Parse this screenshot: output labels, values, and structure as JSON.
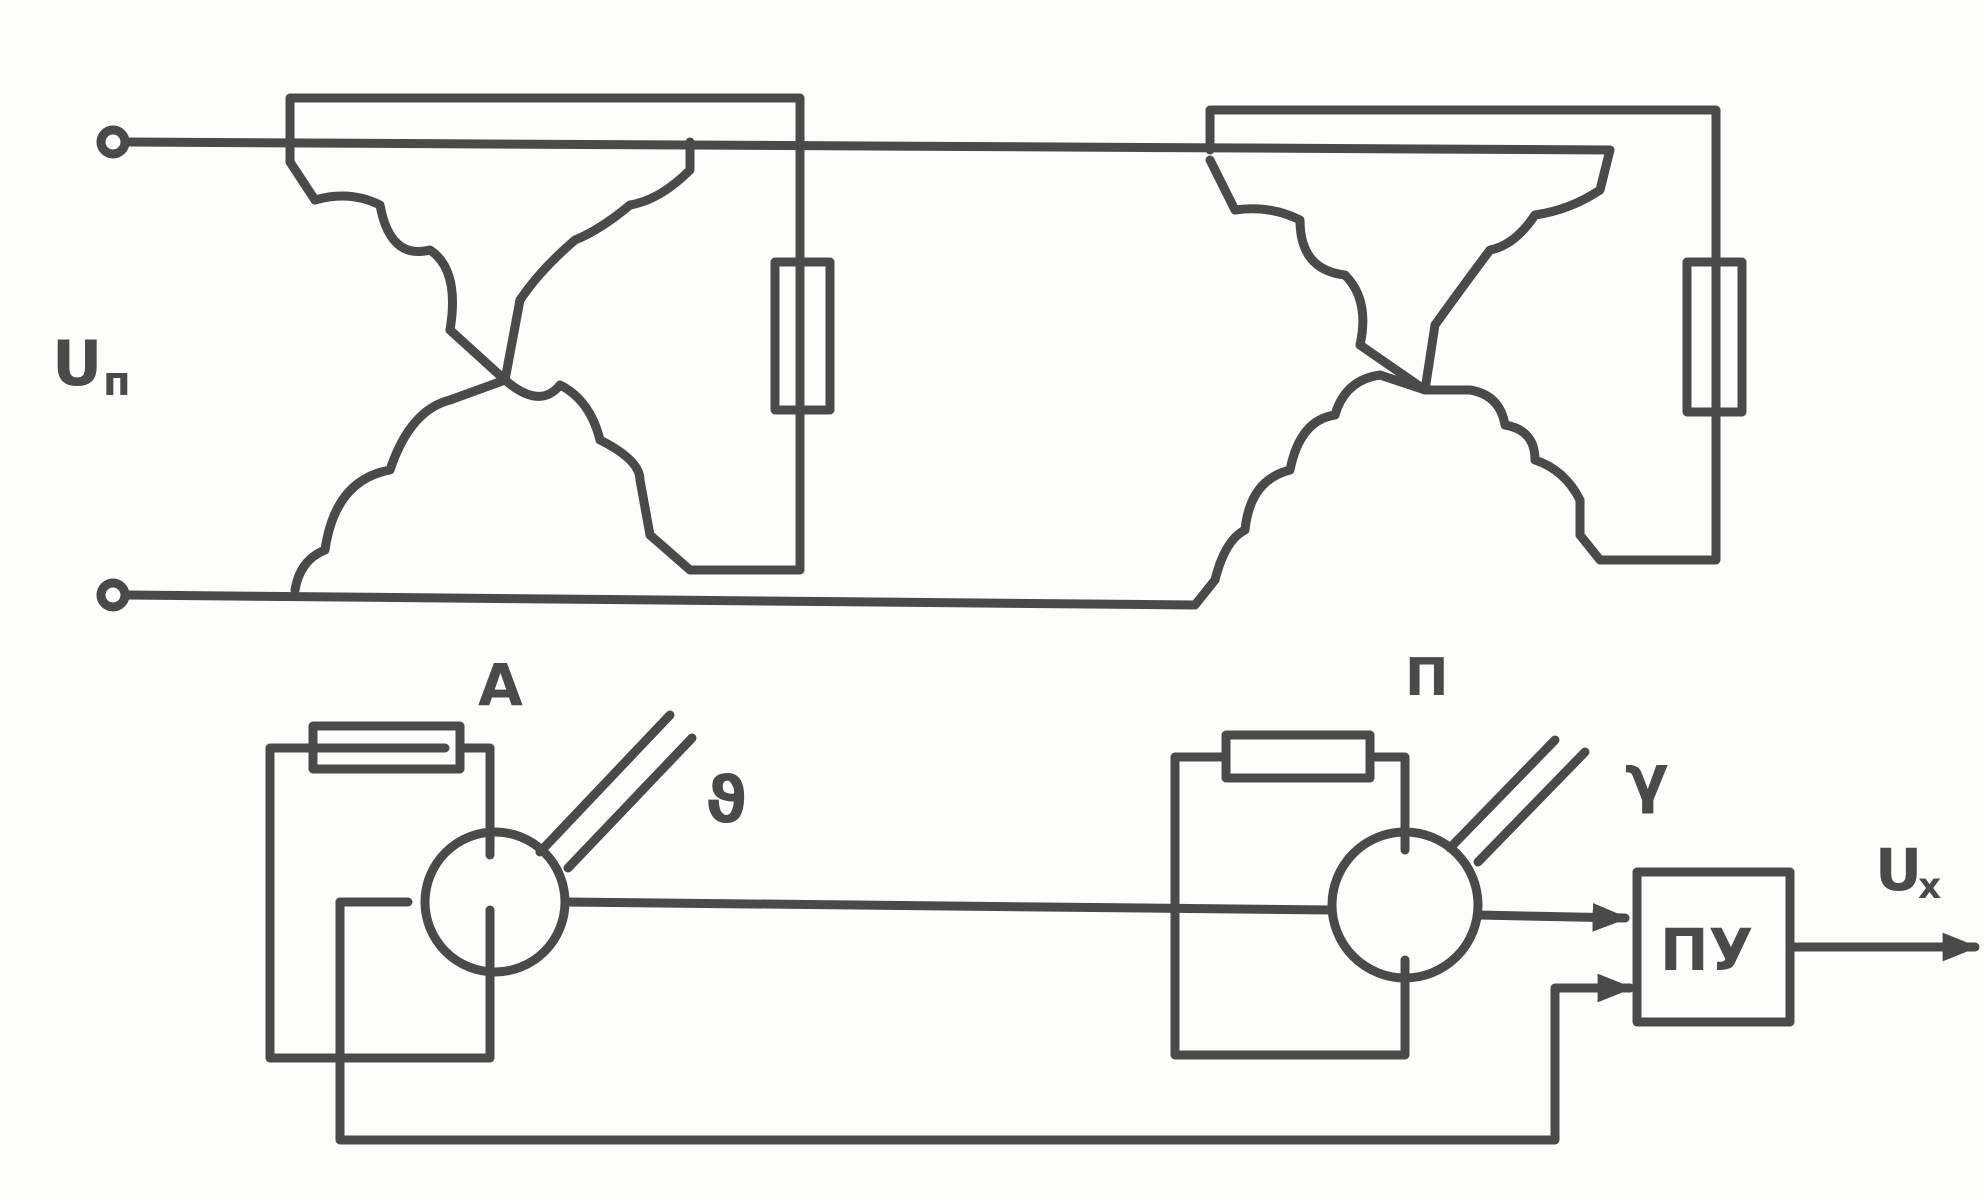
{
  "labels": {
    "supply_voltage": "U",
    "supply_voltage_sub": "п",
    "output_voltage": "U",
    "output_voltage_sub": "х",
    "transmitter": "А",
    "receiver": "П",
    "transmitter_shaft": "ϑ",
    "receiver_shaft": "γ",
    "amplifier": "ПУ"
  },
  "colors": {
    "ink": "#4a4a4a",
    "paper": "#fdfdfb"
  }
}
